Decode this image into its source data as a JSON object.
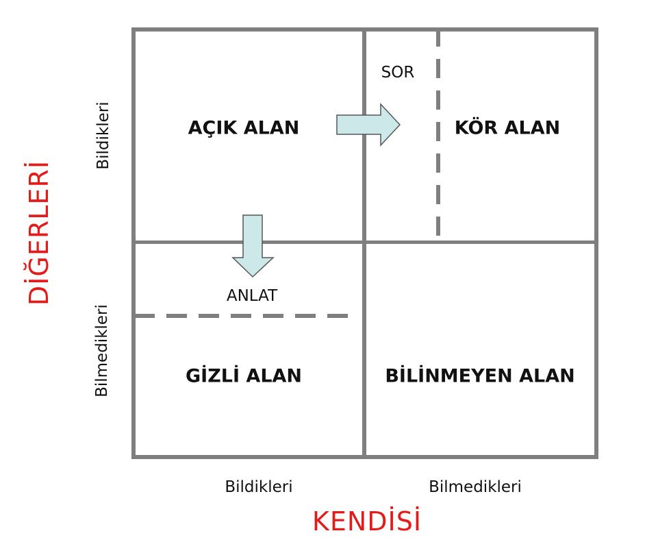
{
  "quadrants": {
    "open": "AÇIK ALAN",
    "blind": "KÖR ALAN",
    "hidden": "GİZLİ ALAN",
    "unknown": "BİLİNMEYEN ALAN"
  },
  "actions": {
    "ask": "SOR",
    "tell": "ANLAT"
  },
  "axes": {
    "self_title": "KENDİSİ",
    "self_known": "Bildikleri",
    "self_unknown": "Bilmedikleri",
    "others_title": "DİĞERLERİ",
    "others_known": "Bildikleri",
    "others_unknown": "Bilmedikleri"
  },
  "colors": {
    "grid": "#7f7f7f",
    "title_red": "#e31b1b",
    "arrow_fill": "#cde8e8",
    "arrow_stroke": "#555555"
  }
}
